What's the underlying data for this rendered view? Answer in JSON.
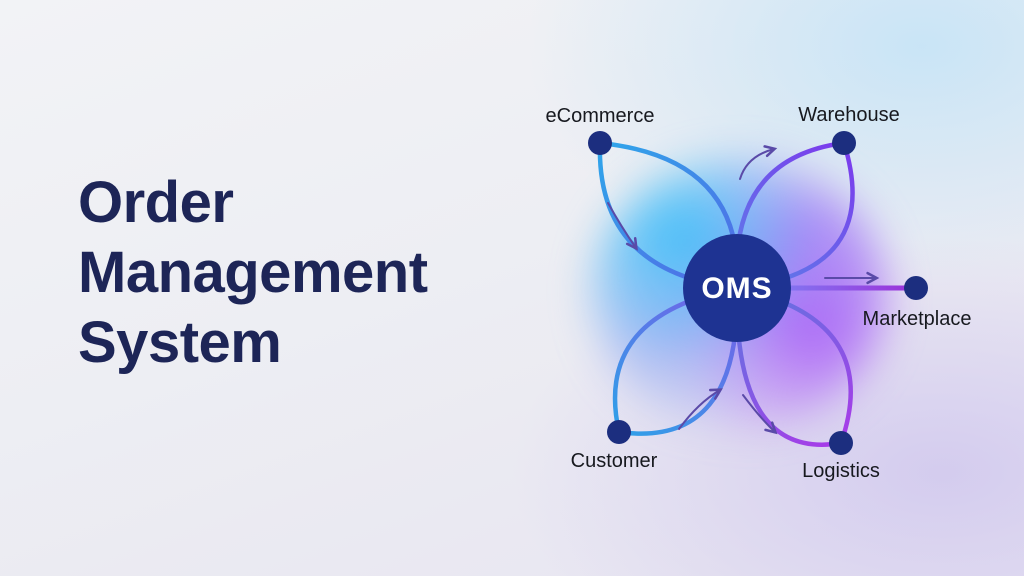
{
  "title": {
    "line1": "Order",
    "line2": "Management",
    "line3": "System"
  },
  "diagram": {
    "center_label": "OMS",
    "nodes": {
      "ecommerce": {
        "label": "eCommerce"
      },
      "warehouse": {
        "label": "Warehouse"
      },
      "marketplace": {
        "label": "Marketplace"
      },
      "customer": {
        "label": "Customer"
      },
      "logistics": {
        "label": "Logistics"
      }
    },
    "colors": {
      "center_fill": "#1e3392",
      "node_fill": "#1c2e7f",
      "arrow": "#5a4aa8",
      "title_text": "#1d2557",
      "label_text": "#17191f",
      "ecommerce_accent": "#2fa6ea",
      "warehouse_accent": "#7c3aed",
      "customer_accent": "#2fa0e8",
      "logistics_accent": "#a83ae8",
      "marketplace_accent": "#9c2fd9"
    }
  }
}
